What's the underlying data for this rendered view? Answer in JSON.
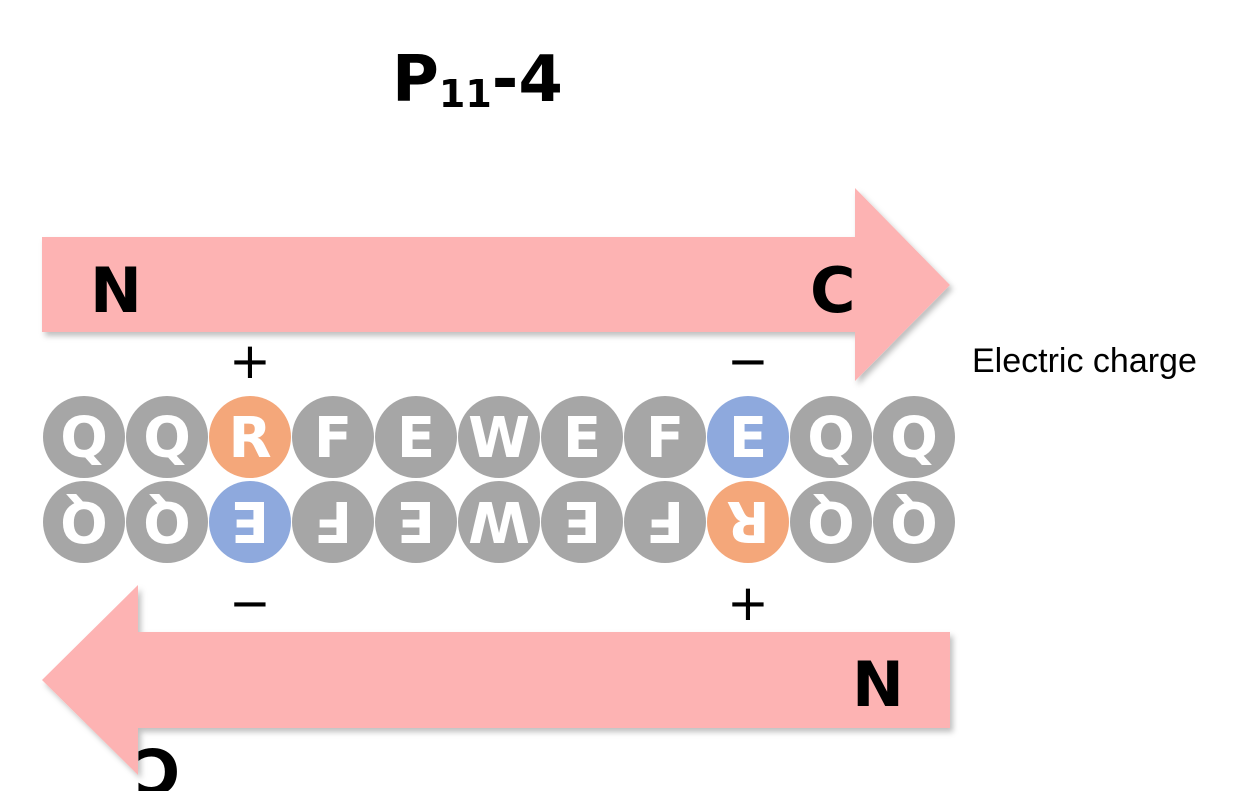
{
  "title": {
    "main": "P",
    "subscript": "11",
    "suffix": "-4"
  },
  "top_strand": {
    "start_label": "N",
    "end_label": "C",
    "direction": "left-to-right",
    "residues": [
      "Q",
      "Q",
      "R",
      "F",
      "E",
      "W",
      "E",
      "F",
      "E",
      "Q",
      "Q"
    ],
    "charges": [
      {
        "index": 2,
        "sign": "+"
      },
      {
        "index": 8,
        "sign": "−"
      }
    ]
  },
  "bottom_strand": {
    "start_label": "N",
    "end_label": "C",
    "direction": "right-to-left",
    "display_mirrored": true,
    "residues": [
      "Q",
      "Q",
      "R",
      "F",
      "E",
      "W",
      "E",
      "F",
      "E",
      "Q",
      "Q"
    ],
    "charges": [
      {
        "index": 8,
        "sign": "−"
      },
      {
        "index": 2,
        "sign": "+"
      }
    ]
  },
  "charge_caption": "Electric charge",
  "colors": {
    "arrow": "#fdb3b3",
    "residue_neutral": "#a6a6a6",
    "residue_positive": "#f4a77a",
    "residue_negative": "#8ea9dd",
    "residue_text": "#ffffff"
  },
  "residue_types": {
    "R": "positive",
    "E_charged": "negative"
  }
}
